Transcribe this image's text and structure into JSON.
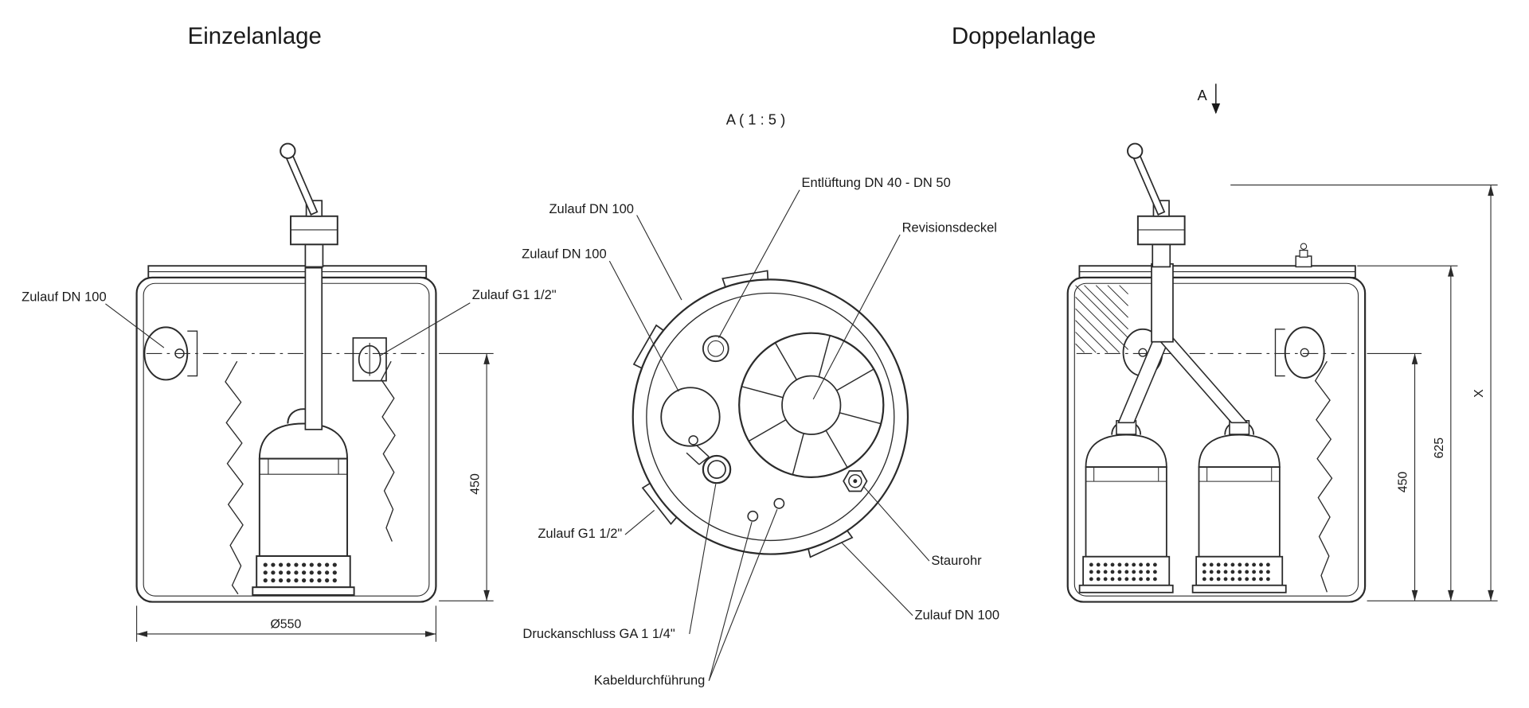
{
  "page": {
    "background": "#ffffff",
    "line_color": "#2b2b2b"
  },
  "einzelanlage": {
    "title": "Einzelanlage",
    "label_zulauf_dn100": "Zulauf DN 100",
    "label_zulauf_g112": "Zulauf G1 1/2\"",
    "dim_height": "450",
    "dim_diameter": "Ø550"
  },
  "top_view": {
    "title": "A ( 1 : 5 )",
    "label_zulauf_dn100_upper": "Zulauf DN 100",
    "label_zulauf_dn100_mid": "Zulauf DN 100",
    "label_entlueftung": "Entlüftung DN 40 - DN 50",
    "label_revisionsdeckel": "Revisionsdeckel",
    "label_zulauf_g112": "Zulauf G1 1/2\"",
    "label_staurohr": "Staurohr",
    "label_zulauf_dn100_lower": "Zulauf DN 100",
    "label_druckanschluss": "Druckanschluss GA 1 1/4\"",
    "label_kabeldurchfuehrung": "Kabeldurchführung"
  },
  "doppelanlage": {
    "title": "Doppelanlage",
    "section_marker": "A",
    "dim_450": "450",
    "dim_625": "625",
    "dim_x": "X"
  }
}
